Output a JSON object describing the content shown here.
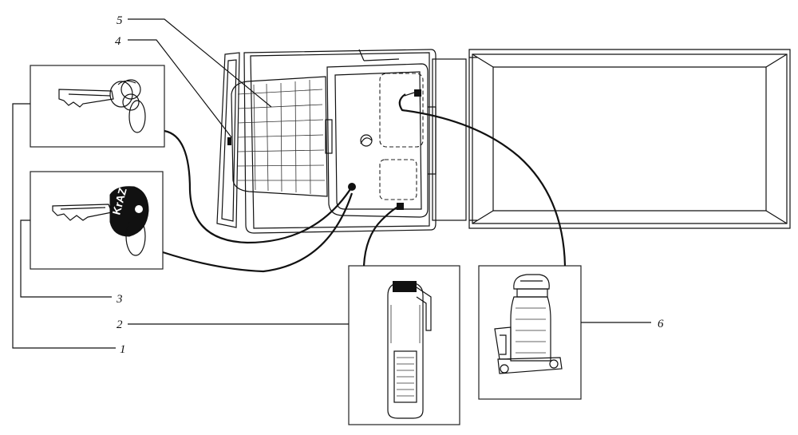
{
  "callouts": [
    {
      "id": "1",
      "label": "1"
    },
    {
      "id": "2",
      "label": "2"
    },
    {
      "id": "3",
      "label": "3"
    },
    {
      "id": "4",
      "label": "4"
    },
    {
      "id": "5",
      "label": "5"
    },
    {
      "id": "6",
      "label": "6"
    }
  ],
  "key_label": "KrAZ",
  "icons": {
    "ignition_key": "ignition-key-icon",
    "door_key": "door-key-icon",
    "fire_extinguisher": "fire-extinguisher-icon",
    "hydraulic_jack": "hydraulic-jack-icon",
    "truck": "dump-truck-top-view-icon"
  }
}
